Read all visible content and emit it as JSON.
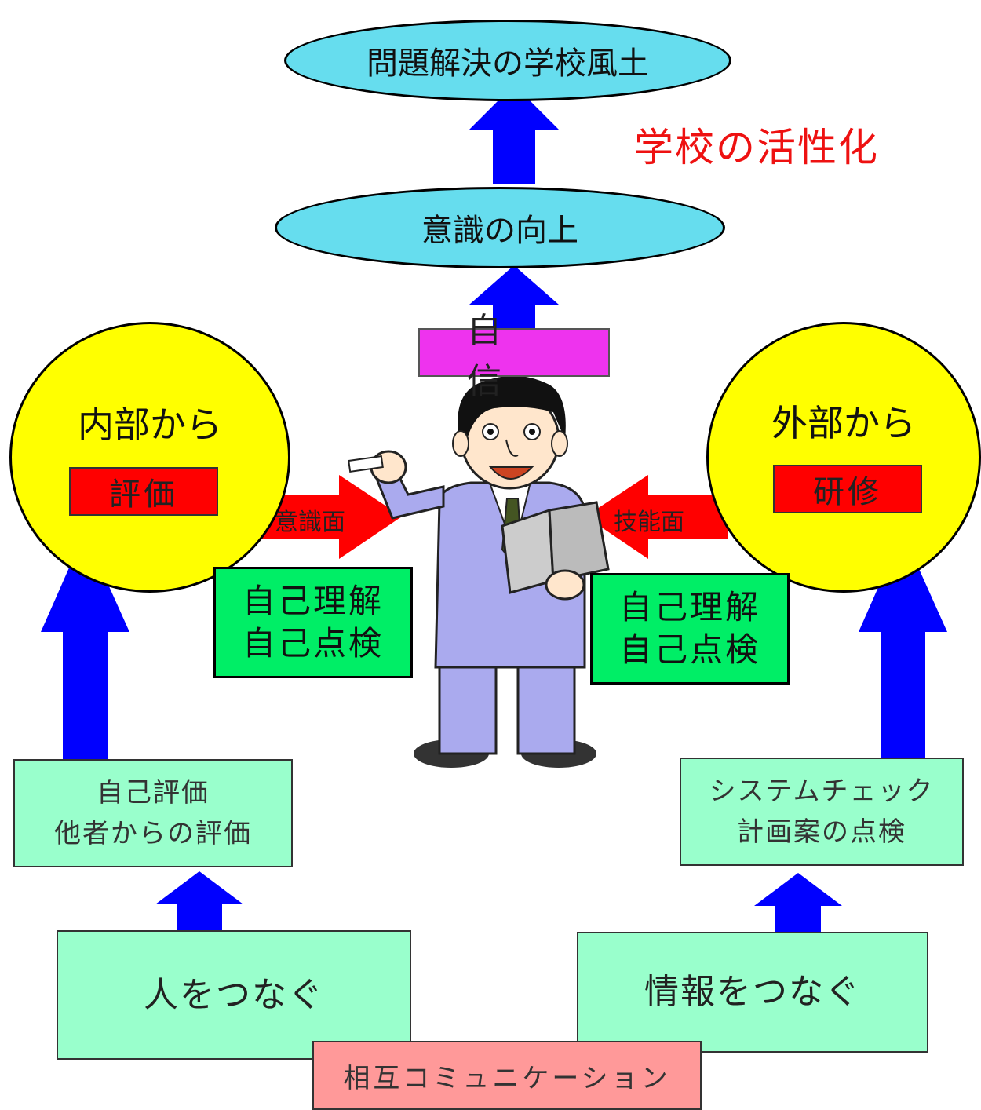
{
  "top_goal": "問題解決の学校風土",
  "side_label": "学校の活性化",
  "awareness": "意識の向上",
  "confidence": "自信",
  "left_circle": {
    "title": "内部から",
    "badge": "評価"
  },
  "right_circle": {
    "title": "外部から",
    "badge": "研修"
  },
  "left_arrow_label": "意識面",
  "right_arrow_label": "技能面",
  "left_green": [
    "自己理解",
    "自己点検"
  ],
  "right_green": [
    "自己理解",
    "自己点検"
  ],
  "left_eval": [
    "自己評価",
    "他者からの評価"
  ],
  "right_check": [
    "システムチェック",
    "計画案の点検"
  ],
  "connect_people": "人をつなぐ",
  "connect_info": "情報をつなぐ",
  "mutual_comm": "相互コミュニケーション",
  "colors": {
    "ellipse": "#66ddee",
    "circle": "#ffff00",
    "badge": "#ff0000",
    "green": "#00ee66",
    "teal": "#99ffcc",
    "pink": "#ff9999",
    "magenta": "#ee33ee",
    "arrow_blue": "#0000ff",
    "arrow_red": "#ff0000",
    "side_label": "#ee1111"
  }
}
